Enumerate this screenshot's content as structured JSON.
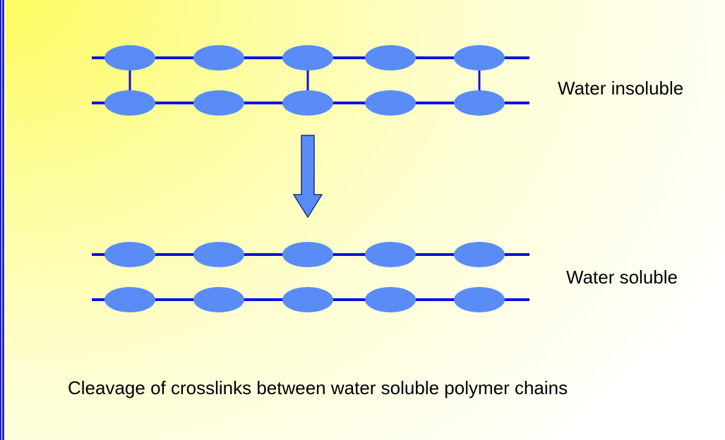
{
  "labels": {
    "insoluble": "Water insoluble",
    "soluble": "Water soluble",
    "caption": "Cleavage of crosslinks between water soluble polymer chains"
  },
  "colors": {
    "chain_line": "#0a14dc",
    "bead_fill": "#5a8cf8",
    "arrow_fill": "#5a8cf8",
    "arrow_stroke": "#1a2a8a",
    "border": "#2424d6"
  },
  "diagram": {
    "beads_per_chain": 5,
    "top_group": {
      "chains": 2,
      "crosslinks_at_beads": [
        1,
        3,
        5
      ]
    },
    "bottom_group": {
      "chains": 2,
      "crosslinks_at_beads": []
    }
  }
}
